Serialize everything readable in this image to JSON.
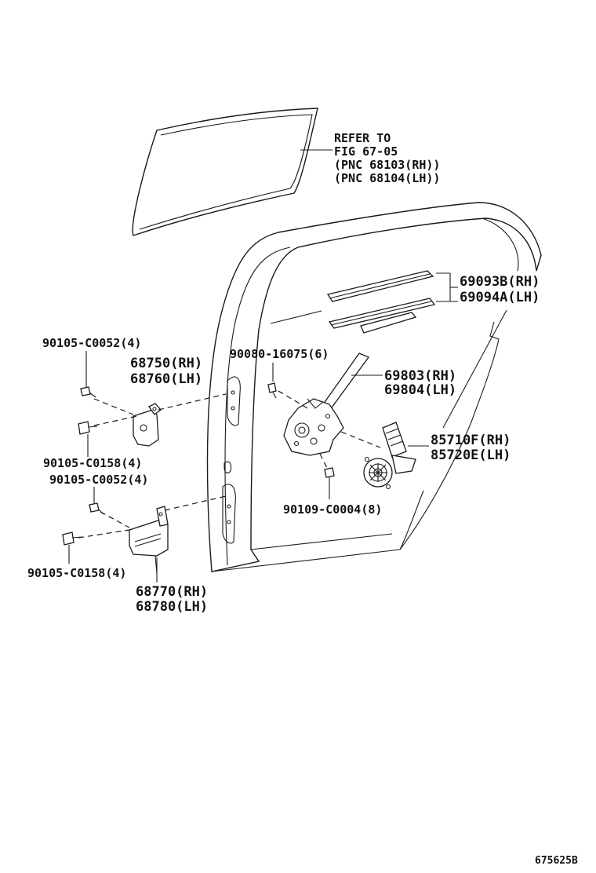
{
  "labels": {
    "refer_line1": "REFER TO",
    "refer_line2": "FIG 67-05",
    "refer_line3": "(PNC 68103(RH))",
    "refer_line4": "(PNC 68104(LH))",
    "weatherstrip_rh": "69093B(RH)",
    "weatherstrip_lh": "69094A(LH)",
    "screw_upper_top": "90105-C0052(4)",
    "hinge_upper_rh": "68750(RH)",
    "hinge_upper_lh": "68760(LH)",
    "bolt_regulator": "90080-16075(6)",
    "regulator_rh": "69803(RH)",
    "regulator_lh": "69804(LH)",
    "motor_rh": "85710F(RH)",
    "motor_lh": "85720E(LH)",
    "bolt_upper_bottom": "90105-C0158(4)",
    "screw_lower_top": "90105-C0052(4)",
    "bolt_motor": "90109-C0004(8)",
    "bolt_lower_bottom": "90105-C0158(4)",
    "hinge_lower_rh": "68770(RH)",
    "hinge_lower_lh": "68780(LH)",
    "figure_id": "675625B"
  }
}
